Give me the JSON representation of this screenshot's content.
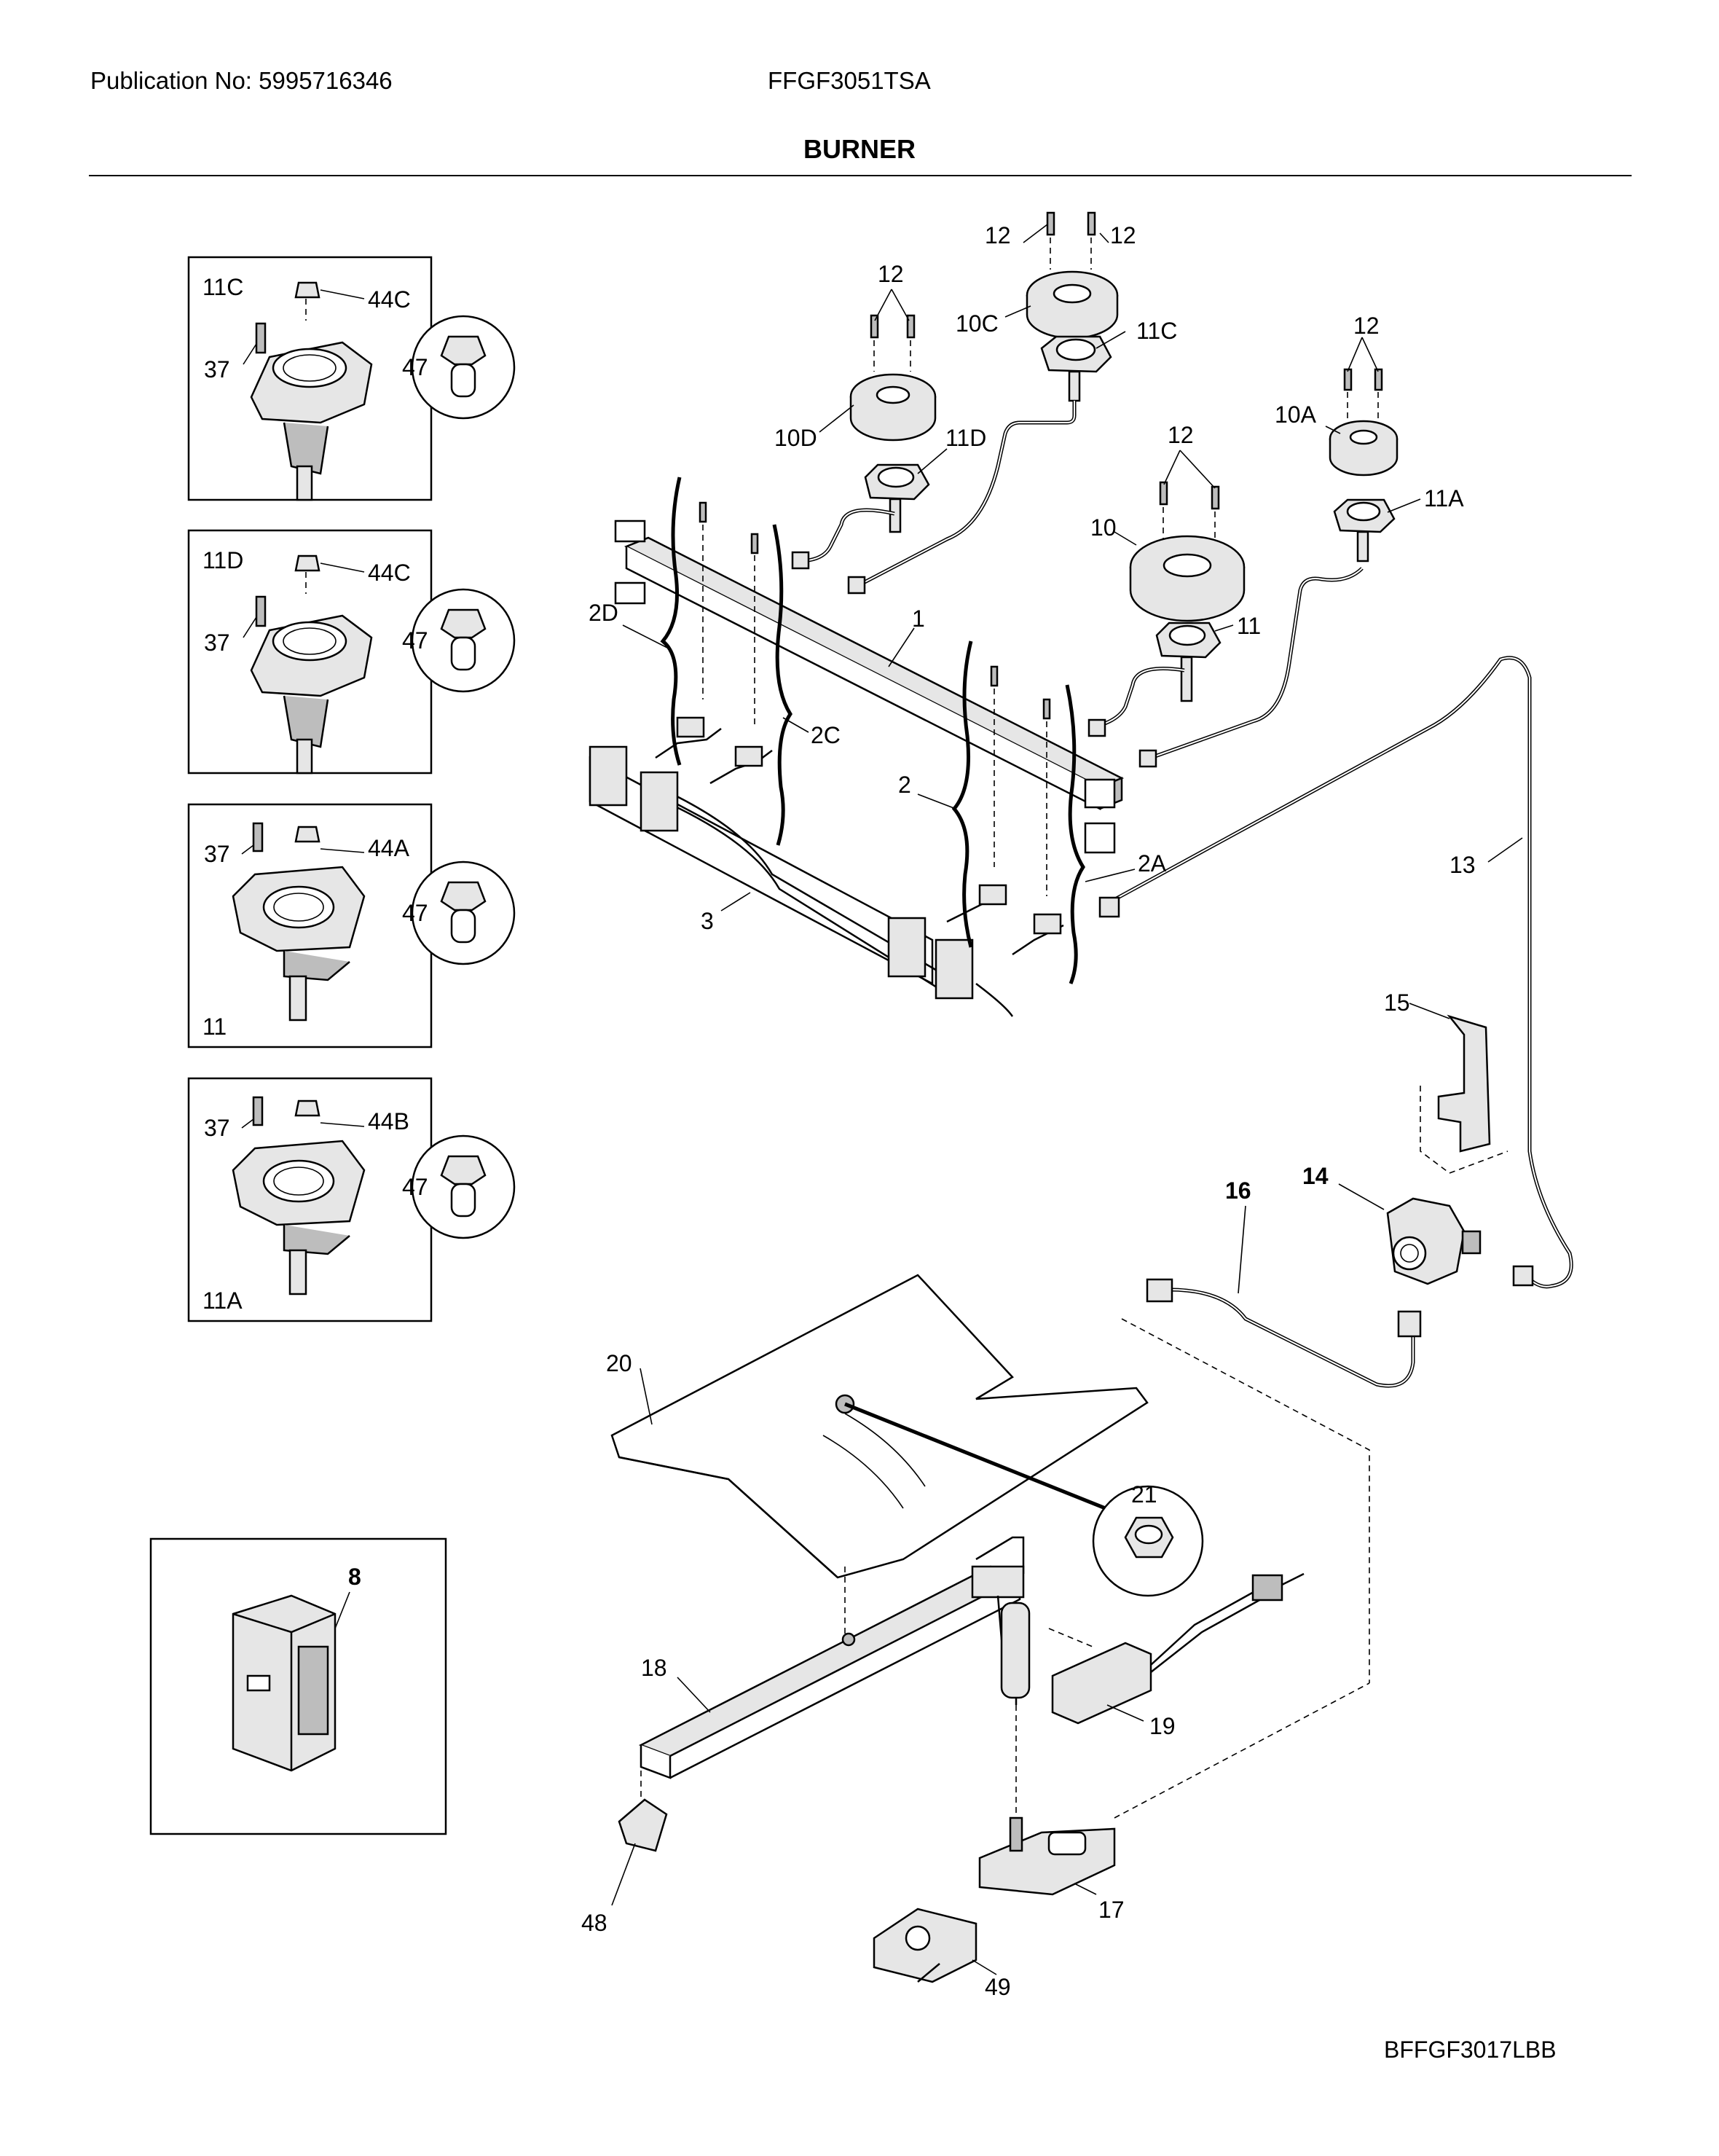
{
  "header": {
    "publication": "Publication No: 5995716346",
    "model": "FFGF3051TSA",
    "title": "BURNER"
  },
  "footer": {
    "code": "BFFGF3017LBB"
  },
  "inset_labels": {
    "box1": {
      "burner": "11C",
      "screw": "37",
      "orifice": "44C",
      "circle": "47"
    },
    "box2": {
      "burner": "11D",
      "screw": "37",
      "orifice": "44C",
      "circle": "47"
    },
    "box3": {
      "burner": "11",
      "screw": "37",
      "orifice": "44A",
      "circle": "47"
    },
    "box4": {
      "burner": "11A",
      "screw": "37",
      "orifice": "44B",
      "circle": "47"
    },
    "box5": {
      "part": "8"
    }
  },
  "callouts": {
    "c12a": "12",
    "c12b": "12",
    "c12c": "12",
    "c12d": "12",
    "c12e": "12",
    "c10c": "10C",
    "c11c": "11C",
    "c10d": "10D",
    "c11d": "11D",
    "c10a": "10A",
    "c11a": "11A",
    "c10": "10",
    "c11": "11",
    "c1": "1",
    "c2": "2",
    "c2a": "2A",
    "c2c": "2C",
    "c2d": "2D",
    "c3": "3",
    "c13": "13",
    "c14": "14",
    "c15": "15",
    "c16": "16",
    "c17": "17",
    "c18": "18",
    "c19": "19",
    "c20": "20",
    "c21": "21",
    "c48": "48",
    "c49": "49"
  }
}
